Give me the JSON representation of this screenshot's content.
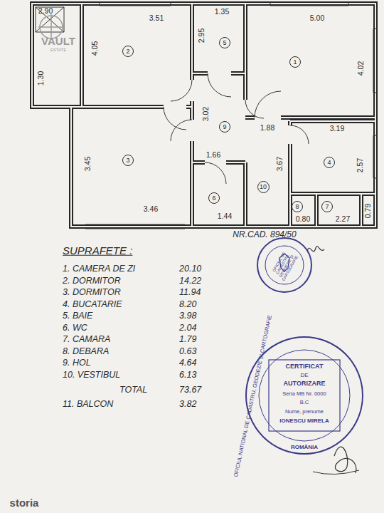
{
  "diagram": {
    "nodes": [
      {
        "text": [
          "2"
        ]
      },
      {
        "text": [
          "5"
        ]
      },
      {
        "text": [
          "1"
        ]
      },
      {
        "text": [
          "9"
        ]
      },
      {
        "text": [
          "3"
        ]
      },
      {
        "text": [
          "4"
        ]
      },
      {
        "text": [
          "6"
        ]
      },
      {
        "text": [
          "10"
        ]
      },
      {
        "text": [
          "8"
        ]
      },
      {
        "text": [
          "7"
        ]
      }
    ],
    "labels": [
      "VAULT",
      "ESTATE",
      "2.90",
      "3.51",
      "1.35",
      "5.00",
      "4.05",
      "2.95",
      "4.02",
      "1.30",
      "3.02",
      "1.88",
      "3.19",
      "3.45",
      "1.66",
      "3.67",
      "2.57",
      "3.46",
      "1.44",
      "0.80",
      "2.27",
      "0.79",
      "NR.CAD. 894/50",
      "SUPRAFETE :",
      "1. CAMERA DE ZI",
      "20.10",
      "2. DORMITOR",
      "14.22",
      "3. DORMITOR",
      "11.94",
      "4. BUCATARIE",
      "8.20",
      "5. BAIE",
      "3.98",
      "6. WC",
      "2.04",
      "7. CAMARA",
      "1.79",
      "8. DEBARA",
      "0.63",
      "9. HOL",
      "4.64",
      "10. VESTIBUL",
      "6.13",
      "TOTAL",
      "73.67",
      "11. BALCON",
      "3.82",
      "OFICIUL DE CADASTRU, GEODEZIE ȘI CARTOGRAFIE",
      "OFICIUL NATIONAL DE CADASTRU, GEODEZIE ȘI CARTOGRAFIE",
      "CERTIFICAT",
      "DE",
      "AUTORIZARE",
      "Seria MB Nr. 0000",
      "B.C",
      "Nume, prenume",
      "IONESCU MIRELA",
      "ROMÂNIA",
      "storia"
    ]
  }
}
